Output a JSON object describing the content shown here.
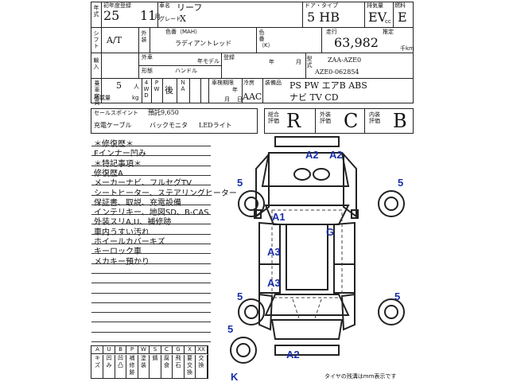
{
  "header": {
    "reg_year_label": "初年度登録",
    "year_label": "年式",
    "year_value": "25",
    "month_value": "11",
    "month_unit": "月",
    "carname_label": "車名",
    "carname_value": "リーフ",
    "grade_label": "グレード",
    "grade_value": "X",
    "door_type_label": "ドア・タイプ",
    "door_type_value": "5 HB",
    "displacement_label": "排気量",
    "displacement_value": "EV",
    "cc_label": "cc",
    "fuel_label": "燃料",
    "fuel_value": "E"
  },
  "row2": {
    "shift_label": "シフト",
    "shift_value": "A/T",
    "aircon_label": "外装",
    "color_label": "色番（MAH）",
    "color_value": "ラディアントレッド",
    "interior_label": "色番（K）",
    "mileage_label": "走行",
    "mileage_value": "63,982",
    "estimate_label": "推定",
    "km_label": "千km"
  },
  "row3": {
    "import_label": "輸入",
    "outside_label": "外車",
    "model_year_label": "年モデル",
    "reg_label": "登録",
    "year_unit": "年",
    "month_unit": "月",
    "model_label": "型式",
    "model_value": "ZAA-AZE0",
    "shape_label": "形態",
    "handle_label": "ハンドル",
    "chassis_value": "AZE0-062854"
  },
  "row4": {
    "capacity_label": "乗車定員",
    "capacity_value": "5",
    "capacity_unit": "人",
    "load_label": "積載量",
    "load_unit": "kg",
    "wd_label": "4WD",
    "pw_label": "PW",
    "seat_label": "後",
    "seat_value": "後",
    "inspection_label": "車検期限",
    "cooler_label": "冷房",
    "aac_value": "AAC",
    "equipment_label": "装備品",
    "equipment_line1": "PS  PW エアB ABS",
    "equipment_line2": "ナビ  TV  CD",
    "insp_year_unit": "年",
    "insp_month_unit": "月",
    "insp_day_unit": "日"
  },
  "sales": {
    "sales_point_label": "セールスポイント",
    "sales_point_value": "預託9,650",
    "item1": "充電ケーブル",
    "item2": "バックモニタ",
    "item3": "LEDライト"
  },
  "grades": {
    "overall_label": "総合評価",
    "overall_value": "R",
    "exterior_label": "外装評価",
    "exterior_value": "C",
    "interior_label": "内装評価",
    "interior_value": "B"
  },
  "history": [
    "＊修復歴＊",
    "Fインナー凹み",
    "＊特記事項＊",
    "修復歴A",
    "メーカーナビ、フルセグTV",
    "シートヒーター、ステアリングヒーター",
    "保証書、取説、充電設備",
    "インテリキー、地図SD、B-CAS",
    "外装スリA,U、補修跡",
    "車内うすい汚れ",
    "ホイールカバーキズ",
    "キーロック車",
    "メカキー預かり"
  ],
  "legend": {
    "letters": [
      "A",
      "U",
      "B",
      "P",
      "W",
      "S",
      "C",
      "G",
      "X",
      "XX"
    ],
    "meanings": [
      "キズ",
      "凹み",
      "凹凸",
      "補修跡",
      "塗装",
      "錆",
      "腐食",
      "飛石",
      "要交換",
      "交換"
    ]
  },
  "diagram_marks": [
    {
      "id": "a2-top-left",
      "text": "A2"
    },
    {
      "id": "a2-top-right",
      "text": "A2"
    },
    {
      "id": "tire-fl",
      "text": "5"
    },
    {
      "id": "tire-fr",
      "text": "5"
    },
    {
      "id": "a1",
      "text": "A1"
    },
    {
      "id": "g",
      "text": "G"
    },
    {
      "id": "a3-upper",
      "text": "A3"
    },
    {
      "id": "a3-lower",
      "text": "A3"
    },
    {
      "id": "tire-rl",
      "text": "5"
    },
    {
      "id": "tire-rr",
      "text": "5"
    },
    {
      "id": "tire-spare",
      "text": "5"
    },
    {
      "id": "a2-bottom",
      "text": "A2"
    },
    {
      "id": "k",
      "text": "K"
    }
  ],
  "footer_note": "タイヤの残溝はmm表示です",
  "colors": {
    "marks": "#1a2fa8",
    "lines": "#222222"
  }
}
